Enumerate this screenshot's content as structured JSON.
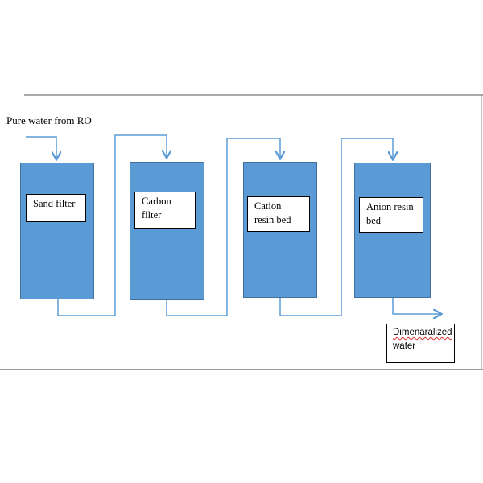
{
  "input_label": "Pure water from RO",
  "stages": [
    {
      "label": "Sand filter"
    },
    {
      "label": "Carbon\nfilter"
    },
    {
      "label": "Cation\nresin bed"
    },
    {
      "label": "Anion resin\nbed"
    }
  ],
  "output": {
    "line1": "Dimenaralized",
    "line2": "water"
  },
  "colors": {
    "tank_fill": "#5b9bd5",
    "tank_border": "#41719c",
    "flow_line": "#5b9bd5"
  }
}
